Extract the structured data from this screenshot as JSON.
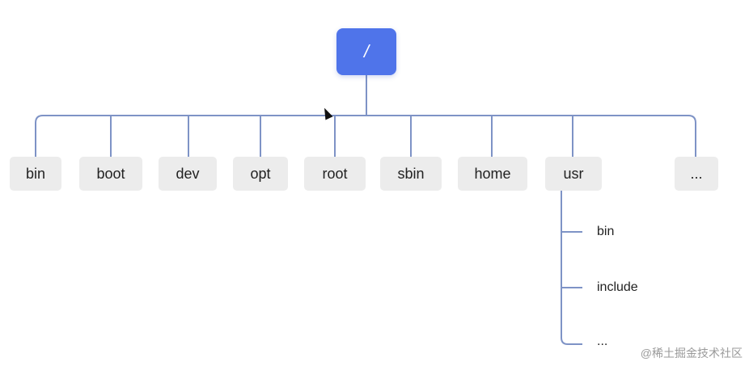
{
  "tree": {
    "root_label": "/",
    "directories": [
      {
        "label": "bin"
      },
      {
        "label": "boot"
      },
      {
        "label": "dev"
      },
      {
        "label": "opt"
      },
      {
        "label": "root"
      },
      {
        "label": "sbin"
      },
      {
        "label": "home"
      },
      {
        "label": "usr"
      },
      {
        "label": "..."
      }
    ],
    "usr_children": [
      {
        "label": "bin"
      },
      {
        "label": "include"
      },
      {
        "label": "..."
      }
    ]
  },
  "watermark": "@稀土掘金技术社区",
  "colors": {
    "root_fill": "#4f74ea",
    "connector": "#7e93c6",
    "node_fill": "#ececec"
  }
}
